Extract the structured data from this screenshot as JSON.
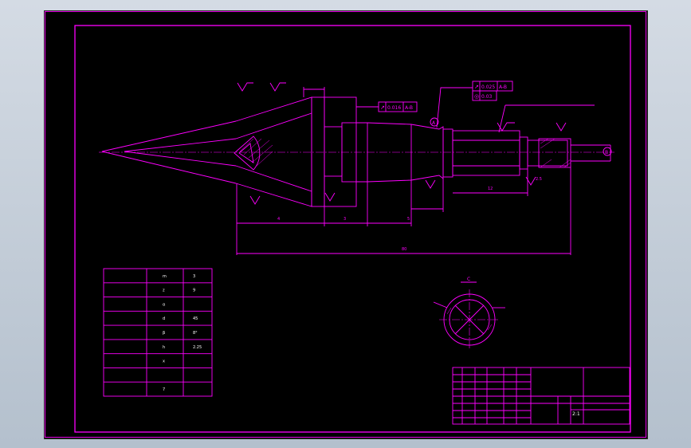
{
  "drawing": {
    "notes": {
      "note_c": "C",
      "note_a": "A",
      "note_b": "B",
      "scale": "2:1"
    },
    "feature_frames": [
      {
        "symbol": "↗",
        "value": "0.016",
        "datum": "A-B"
      },
      {
        "symbol": "↗",
        "value": "0.025",
        "datum": "A-B"
      },
      {
        "symbol": "◎",
        "value": "0.03",
        "datum": ""
      }
    ],
    "dimensions": {
      "overall": "80",
      "d1": "4",
      "d2": "3",
      "d3": "12",
      "d4": "5",
      "d5": "2.5"
    },
    "param_table": {
      "rows": [
        {
          "label": "",
          "sym": "m",
          "val": "3"
        },
        {
          "label": "",
          "sym": "z",
          "val": "9"
        },
        {
          "label": "",
          "sym": "α",
          "val": ""
        },
        {
          "label": "",
          "sym": "d",
          "val": "45"
        },
        {
          "label": "",
          "sym": "β",
          "val": "8°"
        },
        {
          "label": "",
          "sym": "h",
          "val": "2.25"
        },
        {
          "label": "",
          "sym": "x",
          "val": ""
        },
        {
          "label": "",
          "sym": "",
          "val": ""
        },
        {
          "label": "",
          "sym": "7",
          "val": ""
        }
      ]
    },
    "title_block": {
      "scale": "2:1"
    }
  }
}
